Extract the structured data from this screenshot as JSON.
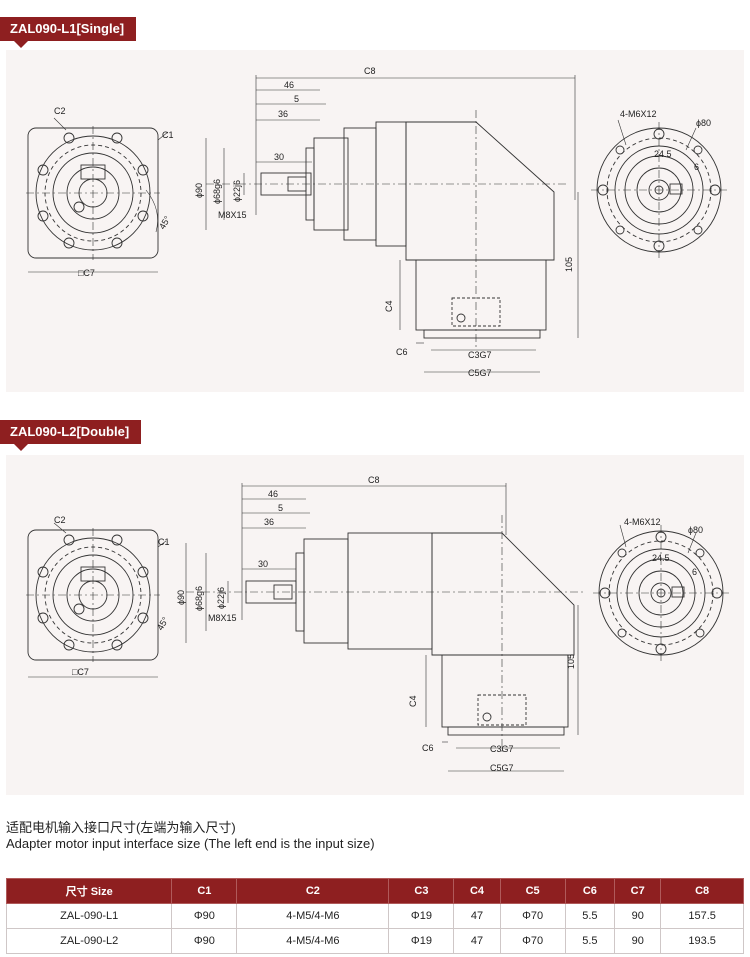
{
  "section1": {
    "title": "ZAL090-L1[Single]"
  },
  "section2": {
    "title": "ZAL090-L2[Double]"
  },
  "dims": {
    "c1": "C1",
    "c2": "C2",
    "c3g7": "C3G7",
    "c4": "C4",
    "c5g7": "C5G7",
    "c6": "C6",
    "c7": "□C7",
    "c8": "C8",
    "d46": "46",
    "d5": "5",
    "d36": "36",
    "d30": "30",
    "d90": "ɸ90",
    "d68": "ɸ68g6",
    "d22": "ɸ22j6",
    "m8": "M8X15",
    "d105": "105",
    "deg45": "45°",
    "m6": "4-M6X12",
    "d80": "ɸ80",
    "d245": "24.5",
    "d6": "6"
  },
  "caption": {
    "zh": "适配电机输入接口尺寸(左端为输入尺寸)",
    "en": "Adapter motor input interface size (The left end is the input size)"
  },
  "table": {
    "headers": [
      "尺寸 Size",
      "C1",
      "C2",
      "C3",
      "C4",
      "C5",
      "C6",
      "C7",
      "C8"
    ],
    "rows": [
      [
        "ZAL-090-L1",
        "Φ90",
        "4-M5/4-M6",
        "Φ19",
        "47",
        "Φ70",
        "5.5",
        "90",
        "157.5"
      ],
      [
        "ZAL-090-L2",
        "Φ90",
        "4-M5/4-M6",
        "Φ19",
        "47",
        "Φ70",
        "5.5",
        "90",
        "193.5"
      ]
    ]
  }
}
